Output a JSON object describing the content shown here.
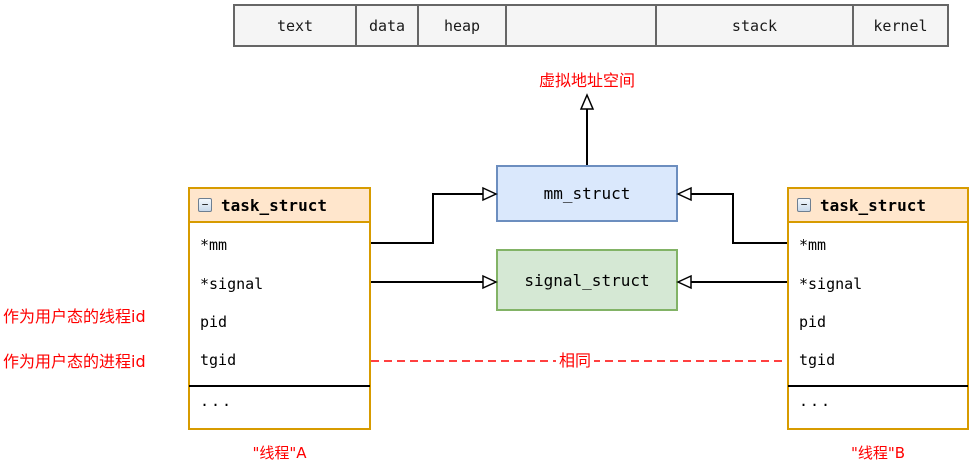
{
  "memory_bar": {
    "cells": [
      {
        "label": "text"
      },
      {
        "label": "data"
      },
      {
        "label": "heap"
      },
      {
        "label": ""
      },
      {
        "label": "stack"
      },
      {
        "label": "kernel"
      }
    ]
  },
  "virtual_address_space_label": "虚拟地址空间",
  "mm_struct": {
    "title": "mm_struct"
  },
  "signal_struct": {
    "title": "signal_struct"
  },
  "icons": {
    "collapse_glyph": "−"
  },
  "task_a": {
    "title": "task_struct",
    "fields": [
      "*mm",
      "*signal",
      "pid",
      "tgid"
    ],
    "ellipsis": "...",
    "caption": "\"线程\"A"
  },
  "task_b": {
    "title": "task_struct",
    "fields": [
      "*mm",
      "*signal",
      "pid",
      "tgid"
    ],
    "ellipsis": "...",
    "caption": "\"线程\"B"
  },
  "annotations": {
    "pid_note": "作为用户态的线程id",
    "tgid_note": "作为用户态的进程id",
    "same_label": "相同"
  },
  "colors": {
    "annotation_red": "#ff0000",
    "task_header_bg": "#ffe6cc",
    "task_border": "#d79b00",
    "mm_bg": "#dae8fc",
    "mm_border": "#6c8ebf",
    "signal_bg": "#d5e8d4",
    "signal_border": "#82b366",
    "memory_bar_bg": "#f5f5f5",
    "memory_bar_border": "#666666",
    "connector": "#000000"
  }
}
